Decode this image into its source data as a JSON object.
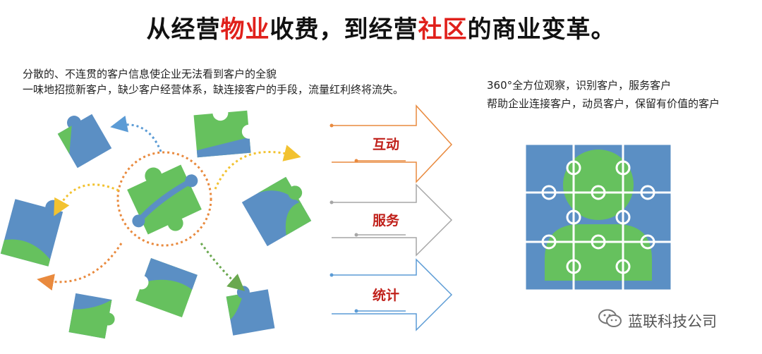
{
  "title": {
    "prefix1": "从经营",
    "highlight1": "物业",
    "middle": "收费，到经营",
    "highlight2": "社区",
    "suffix": "的商业变革。"
  },
  "left_text": [
    "分散的、不连贯的客户信息使企业无法看到客户的全貌",
    "一味地招揽新客户，缺少客户经营体系，缺连接客户的手段，流量红利终将流失。"
  ],
  "right_text": [
    "360°全方位观察，识别客户，服务客户",
    "帮助企业连接客户，动员客户，保留有价值的客户"
  ],
  "arrows": [
    {
      "label": "互动",
      "color": "#e98a3e"
    },
    {
      "label": "服务",
      "color": "#a6a6a6"
    },
    {
      "label": "统计",
      "color": "#5b9bd5"
    }
  ],
  "watermark": {
    "text": "蓝联科技公司",
    "icon": "wechat-icon"
  },
  "colors": {
    "green": "#66c15e",
    "blue": "#5b8fc4",
    "orange_dot": "#e98a3e",
    "yellow_dot": "#f2c230",
    "green_dot": "#6aa84f",
    "accent_red": "#e0201b"
  }
}
